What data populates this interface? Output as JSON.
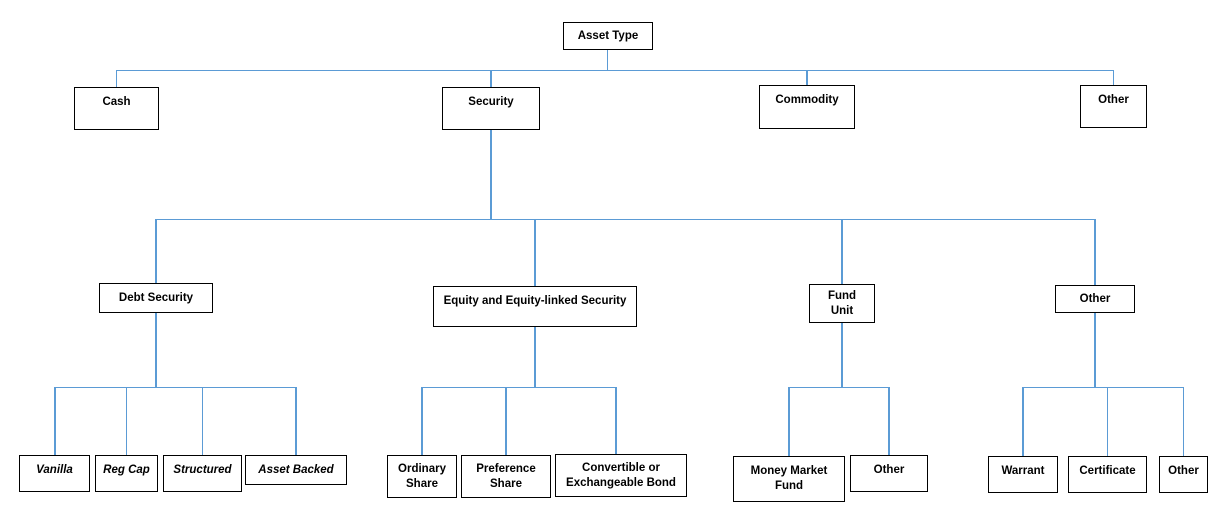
{
  "colors": {
    "connector": "#5b9bd5",
    "box_border": "#000000",
    "box_fill": "#ffffff",
    "text": "#000000"
  },
  "tree": {
    "label": "Asset Type",
    "children": [
      {
        "label": "Cash"
      },
      {
        "label": "Security",
        "children": [
          {
            "label": "Debt Security",
            "children": [
              {
                "label": "Vanilla"
              },
              {
                "label": "Reg Cap"
              },
              {
                "label": "Structured"
              },
              {
                "label": "Asset Backed"
              }
            ]
          },
          {
            "label": "Equity and Equity-linked Security",
            "children": [
              {
                "label": "Ordinary Share"
              },
              {
                "label": "Preference Share"
              },
              {
                "label": "Convertible or Exchangeable Bond"
              }
            ]
          },
          {
            "label": "Fund Unit",
            "children": [
              {
                "label": "Money Market Fund"
              },
              {
                "label": "Other"
              }
            ]
          },
          {
            "label": "Other",
            "children": [
              {
                "label": "Warrant"
              },
              {
                "label": "Certificate"
              },
              {
                "label": "Other"
              }
            ]
          }
        ]
      },
      {
        "label": "Commodity"
      },
      {
        "label": "Other"
      }
    ]
  }
}
